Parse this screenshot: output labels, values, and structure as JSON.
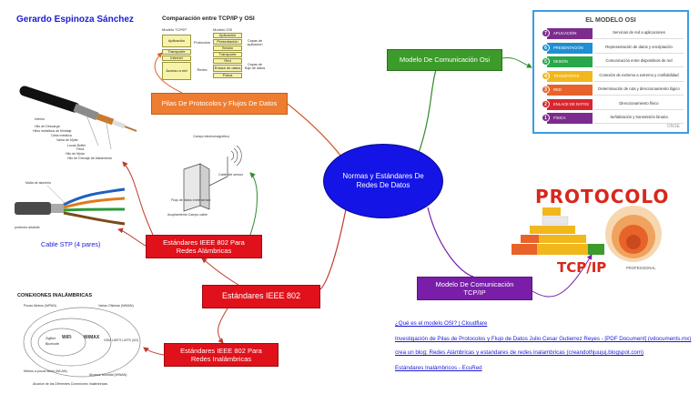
{
  "author": "Gerardo Espinoza Sánchez",
  "center_node": "Normas y Estándares De Redes De Datos",
  "nodes": {
    "pilas": "Pilas De Protocolos y Flujos De Datos",
    "osi": "Modelo De Comunicación Osi",
    "tcpip": "Modelo De Comunicación TCP/IP",
    "ieee": "Estándares IEEE 802",
    "alambricas": "Estándares IEEE 802 Para Redes Alámbricas",
    "inalambricas": "Estándares IEEE 802 Para Redes Inalámbricas"
  },
  "links": [
    "¿Qué es el modelo OSI? | Cloudflare",
    "Investigación de Pilas de Protocolos y Flujo de Datos Julio Cesar Gutierrez Reyes - [PDF Document] (vdocuments.mx)",
    "crea un blog: Redes Alámbricas y estandares de redes inalambricas (creandothjuujuj.blogspot.com)",
    "Estándares Inalámbricos - EcuRed"
  ],
  "osi_image": {
    "title": "EL MODELO OSI",
    "footer": "ONSE",
    "layers": [
      {
        "num": "7",
        "name": "APLICACIÓN",
        "desc": "Servicios de red a aplicaciones",
        "color": "#7b2c8e"
      },
      {
        "num": "6",
        "name": "PRESENTACIÓN",
        "desc": "Representación de datos y encriptación",
        "color": "#1e8fd3"
      },
      {
        "num": "5",
        "name": "SESIÓN",
        "desc": "Comunicación entre dispositivos de red",
        "color": "#2aa74a"
      },
      {
        "num": "4",
        "name": "TRANSPORTE",
        "desc": "Conexión de extremo a extremo y confiabilidad",
        "color": "#f2b71c"
      },
      {
        "num": "3",
        "name": "RED",
        "desc": "Determinación de ruta y direccionamiento lógico",
        "color": "#e8632a"
      },
      {
        "num": "2",
        "name": "ENLACE DE DATOS",
        "desc": "Direccionamiento físico",
        "color": "#d9262d"
      },
      {
        "num": "1",
        "name": "FÍSICA",
        "desc": "Señalización y transmisión binaria",
        "color": "#7b2c8e"
      }
    ]
  },
  "comparison_image": {
    "title": "Comparación entre TCP/IP y OSI",
    "left_head": "Modelo TCP/IP",
    "right_head": "Modelo OSI",
    "tcp_cells": [
      "Aplicación",
      "Transporte",
      "Internet",
      "Acceso a red"
    ],
    "tcp_sides": [
      "Protocolos",
      "Redes"
    ],
    "osi_cells": [
      "Aplicación",
      "Presentación",
      "Sesión",
      "Transporte",
      "Red",
      "Enlace de datos",
      "Física"
    ],
    "osi_sides": [
      "Capas de aplicación",
      "Capas de flujo de datos"
    ]
  },
  "coax_labels": [
    "Interior",
    "Hilo de Descarga",
    "Hilos metálicos de blindaje",
    "Cinta metálica",
    "Vaina de Mylar",
    "Lucas Buffer",
    "Fibra",
    "Hilo de Mylar",
    "Hilo de Drenaje de Aislamiento"
  ],
  "stp_labels": [
    "Malla de aluminio",
    "protector aislante"
  ],
  "stp_caption": "Cable STP (4 pares)",
  "antenna_labels": [
    "Campo electromagnético",
    "Cable del sensor",
    "Flujo de datos entre sensor",
    "Acoplamiento Campo cable"
  ],
  "wireless_title": "CONEXIONES INALÁMBRICAS",
  "wireless_labels": [
    "Pocas Metros (WPAN)",
    "Varias Oficinas (WMAN)",
    "WiFi",
    "WiMAX",
    "GSM UMTS LMTS (3G)",
    "Metros a pocos kilóm (WLAN)",
    "Alcance Mundial (WWAN)",
    "Alcance de las Diferentes Conexiones Inalámbricas",
    "ZigBee",
    "Bluetooth"
  ],
  "tcp_image": {
    "word1": "PROTOCOLO",
    "word2": "TCP/IP",
    "small": "PROFESSIONAL"
  },
  "colors": {
    "center": "#1414e6",
    "pilas": "#ee7d31",
    "osi": "#3c9b2b",
    "tcpip": "#7a1eaa",
    "ieee": "#e0111a"
  }
}
